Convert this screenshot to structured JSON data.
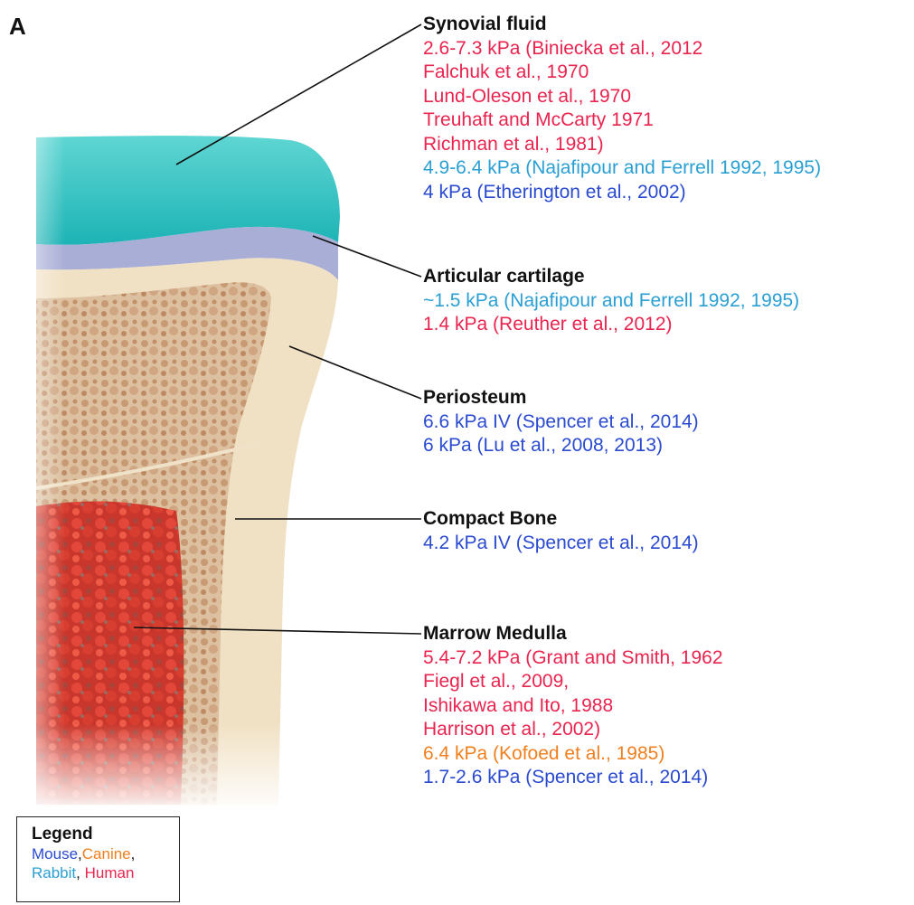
{
  "panel_label": "A",
  "colors": {
    "mouse": "#2a4ad0",
    "canine": "#f07f1f",
    "rabbit": "#2a9fd3",
    "human": "#e8244f",
    "title": "#111111"
  },
  "annotations": [
    {
      "id": "synovial-fluid",
      "title": "Synovial fluid",
      "refs": [
        {
          "text": "2.6-7.3 kPa (Biniecka et al., 2012",
          "species": "human"
        },
        {
          "text": "Falchuk et al., 1970",
          "species": "human"
        },
        {
          "text": "Lund-Oleson et al., 1970",
          "species": "human"
        },
        {
          "text": "Treuhaft and McCarty 1971",
          "species": "human"
        },
        {
          "text": "Richman et al., 1981)",
          "species": "human"
        },
        {
          "text": "4.9-6.4 kPa (Najafipour and Ferrell 1992, 1995)",
          "species": "rabbit"
        },
        {
          "text": "4 kPa (Etherington et al., 2002)",
          "species": "mouse"
        }
      ]
    },
    {
      "id": "articular-cartilage",
      "title": "Articular cartilage",
      "refs": [
        {
          "text": "~1.5 kPa (Najafipour and Ferrell 1992, 1995)",
          "species": "rabbit"
        },
        {
          "text": "1.4 kPa (Reuther et al., 2012)",
          "species": "human"
        }
      ]
    },
    {
      "id": "periosteum",
      "title": "Periosteum",
      "refs": [
        {
          "text": "6.6 kPa IV (Spencer et al., 2014)",
          "species": "mouse"
        },
        {
          "text": "6 kPa (Lu et al., 2008, 2013)",
          "species": "mouse"
        }
      ]
    },
    {
      "id": "compact-bone",
      "title": "Compact Bone",
      "refs": [
        {
          "text": "4.2 kPa IV (Spencer et al., 2014)",
          "species": "mouse"
        }
      ]
    },
    {
      "id": "marrow-medulla",
      "title": "Marrow Medulla",
      "refs": [
        {
          "text": "5.4-7.2 kPa (Grant and Smith, 1962",
          "species": "human"
        },
        {
          "text": "Fiegl et al., 2009,",
          "species": "human"
        },
        {
          "text": "Ishikawa and Ito, 1988",
          "species": "human"
        },
        {
          "text": "Harrison et al., 2002)",
          "species": "human"
        },
        {
          "text": "6.4 kPa (Kofoed et al., 1985)",
          "species": "canine"
        },
        {
          "text": "1.7-2.6 kPa (Spencer et al., 2014)",
          "species": "mouse"
        }
      ]
    }
  ],
  "legend": {
    "title": "Legend",
    "line1": [
      {
        "text": "Mouse",
        "species": "mouse"
      },
      {
        "text": ",",
        "species": "title"
      },
      {
        "text": "Canine",
        "species": "canine"
      },
      {
        "text": ",",
        "species": "title"
      }
    ],
    "line2": [
      {
        "text": "Rabbit",
        "species": "rabbit"
      },
      {
        "text": ", ",
        "species": "title"
      },
      {
        "text": "Human",
        "species": "human"
      }
    ]
  }
}
